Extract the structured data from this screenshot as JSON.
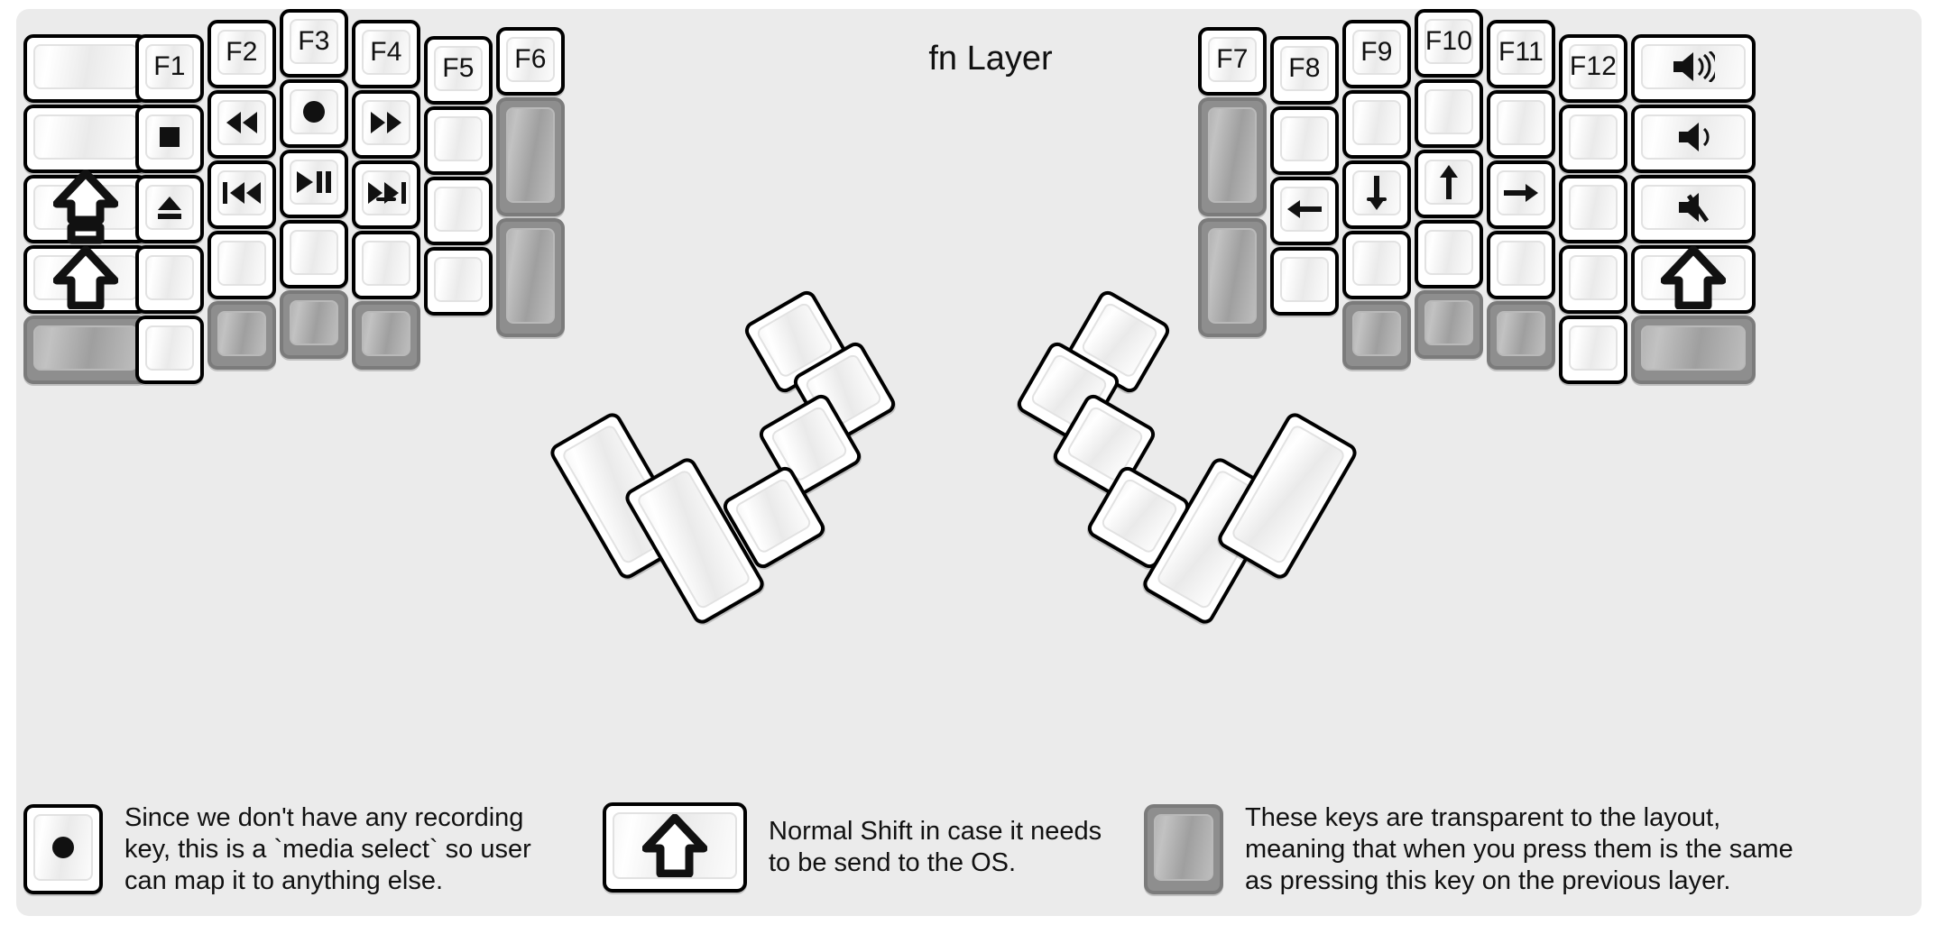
{
  "title": "fn Layer",
  "colors": {
    "background": "#ebebeb",
    "page": "#ffffff",
    "key_face": "#ffffff",
    "key_border": "#000000",
    "transparent_key": "#8e8e8e",
    "legend_text": "#111111"
  },
  "legend_items": [
    {
      "icon": "record-circle-icon",
      "text": "Since we don't have any recording\nkey, this is a `media select` so user\ncan map it to anything else."
    },
    {
      "icon": "shift-arrow-icon",
      "text": "Normal Shift in case it needs\nto be send to the OS."
    },
    {
      "icon": "transparent-key-icon",
      "text": "These keys are transparent to the layout,\nmeaning that when you press them is the same\nas pressing this key on the previous layer."
    }
  ],
  "left_half": {
    "columns": [
      {
        "name": "col-outer-left",
        "keys": [
          {
            "icon": "blank",
            "label": ""
          },
          {
            "icon": "blank",
            "label": ""
          },
          {
            "icon": "caps-lock-icon",
            "label": ""
          },
          {
            "icon": "shift-icon",
            "label": ""
          },
          {
            "icon": "transparent",
            "label": ""
          }
        ]
      },
      {
        "name": "col-f1",
        "keys": [
          {
            "icon": "text",
            "label": "F1"
          },
          {
            "icon": "media-stop-icon",
            "label": ""
          },
          {
            "icon": "media-eject-icon",
            "label": ""
          },
          {
            "icon": "blank",
            "label": ""
          },
          {
            "icon": "blank",
            "label": ""
          }
        ]
      },
      {
        "name": "col-f2",
        "keys": [
          {
            "icon": "text",
            "label": "F2"
          },
          {
            "icon": "media-rewind-icon",
            "label": ""
          },
          {
            "icon": "media-previous-icon",
            "label": ""
          },
          {
            "icon": "blank",
            "label": ""
          },
          {
            "icon": "transparent",
            "label": ""
          }
        ]
      },
      {
        "name": "col-f3",
        "keys": [
          {
            "icon": "text",
            "label": "F3"
          },
          {
            "icon": "media-record-icon",
            "label": ""
          },
          {
            "icon": "media-play-pause-icon",
            "label": ""
          },
          {
            "icon": "blank",
            "label": ""
          },
          {
            "icon": "transparent",
            "label": ""
          }
        ]
      },
      {
        "name": "col-f4",
        "keys": [
          {
            "icon": "text",
            "label": "F4"
          },
          {
            "icon": "media-fast-forward-icon",
            "label": ""
          },
          {
            "icon": "media-next-icon",
            "label": "",
            "homing": true
          },
          {
            "icon": "blank",
            "label": ""
          },
          {
            "icon": "transparent",
            "label": ""
          }
        ]
      },
      {
        "name": "col-f5",
        "keys": [
          {
            "icon": "text",
            "label": "F5"
          },
          {
            "icon": "blank",
            "label": ""
          },
          {
            "icon": "blank",
            "label": ""
          },
          {
            "icon": "blank",
            "label": ""
          }
        ]
      },
      {
        "name": "col-f6",
        "keys": [
          {
            "icon": "text",
            "label": "F6"
          },
          {
            "icon": "transparent",
            "label": "",
            "tall": true
          },
          {
            "icon": "transparent",
            "label": "",
            "tall": true
          }
        ]
      }
    ],
    "thumb_cluster": [
      {
        "name": "thumb-left-big-1",
        "label": ""
      },
      {
        "name": "thumb-left-big-2",
        "label": ""
      },
      {
        "name": "thumb-left-small-1",
        "label": ""
      },
      {
        "name": "thumb-left-small-2",
        "label": ""
      },
      {
        "name": "thumb-left-small-3",
        "label": ""
      },
      {
        "name": "thumb-left-small-4",
        "label": ""
      }
    ]
  },
  "right_half": {
    "columns": [
      {
        "name": "col-f7",
        "keys": [
          {
            "icon": "text",
            "label": "F7"
          },
          {
            "icon": "transparent",
            "label": "",
            "tall": true
          },
          {
            "icon": "transparent",
            "label": "",
            "tall": true
          }
        ]
      },
      {
        "name": "col-f8",
        "keys": [
          {
            "icon": "text",
            "label": "F8"
          },
          {
            "icon": "blank",
            "label": ""
          },
          {
            "icon": "arrow-left-icon",
            "label": ""
          },
          {
            "icon": "blank",
            "label": ""
          }
        ]
      },
      {
        "name": "col-f9",
        "keys": [
          {
            "icon": "text",
            "label": "F9"
          },
          {
            "icon": "blank",
            "label": ""
          },
          {
            "icon": "arrow-down-icon",
            "label": "",
            "homing": true
          },
          {
            "icon": "blank",
            "label": ""
          },
          {
            "icon": "transparent",
            "label": ""
          }
        ]
      },
      {
        "name": "col-f10",
        "keys": [
          {
            "icon": "text",
            "label": "F10"
          },
          {
            "icon": "blank",
            "label": ""
          },
          {
            "icon": "arrow-up-icon",
            "label": ""
          },
          {
            "icon": "blank",
            "label": ""
          },
          {
            "icon": "transparent",
            "label": ""
          }
        ]
      },
      {
        "name": "col-f11",
        "keys": [
          {
            "icon": "text",
            "label": "F11"
          },
          {
            "icon": "blank",
            "label": ""
          },
          {
            "icon": "arrow-right-icon",
            "label": ""
          },
          {
            "icon": "blank",
            "label": ""
          },
          {
            "icon": "transparent",
            "label": ""
          }
        ]
      },
      {
        "name": "col-f12",
        "keys": [
          {
            "icon": "text",
            "label": "F12"
          },
          {
            "icon": "blank",
            "label": ""
          },
          {
            "icon": "blank",
            "label": ""
          },
          {
            "icon": "blank",
            "label": ""
          },
          {
            "icon": "blank",
            "label": ""
          }
        ]
      },
      {
        "name": "col-outer-right",
        "keys": [
          {
            "icon": "volume-up-icon",
            "label": ""
          },
          {
            "icon": "volume-down-icon",
            "label": ""
          },
          {
            "icon": "volume-mute-icon",
            "label": ""
          },
          {
            "icon": "shift-icon",
            "label": ""
          },
          {
            "icon": "transparent",
            "label": ""
          }
        ]
      }
    ],
    "thumb_cluster": [
      {
        "name": "thumb-right-big-1",
        "label": ""
      },
      {
        "name": "thumb-right-big-2",
        "label": ""
      },
      {
        "name": "thumb-right-small-1",
        "label": ""
      },
      {
        "name": "thumb-right-small-2",
        "label": ""
      },
      {
        "name": "thumb-right-small-3",
        "label": ""
      },
      {
        "name": "thumb-right-small-4",
        "label": ""
      }
    ]
  }
}
